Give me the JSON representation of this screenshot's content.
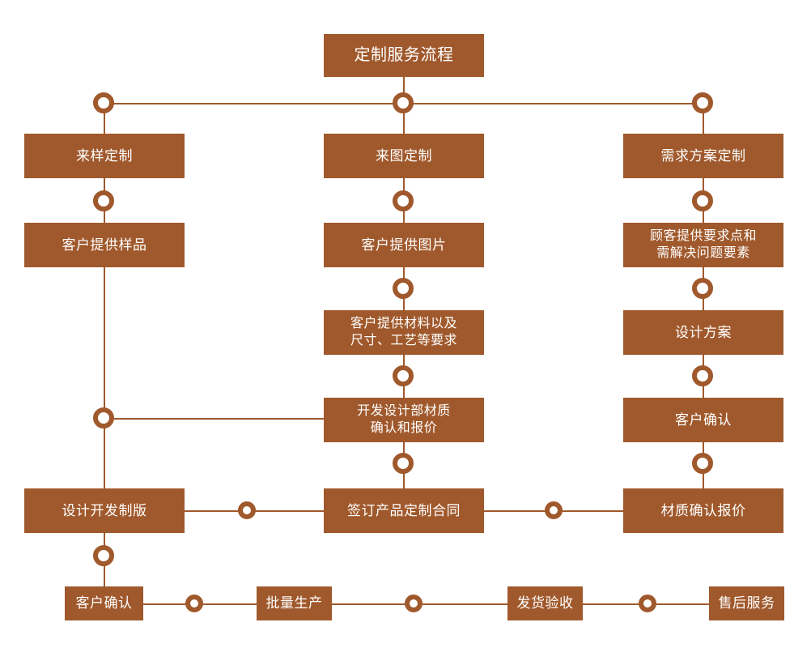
{
  "diagram": {
    "title": "定制服务流程",
    "accent_color": "#a0592c",
    "text_color": "#ffffff",
    "background_color": "#ffffff"
  },
  "nodes": {
    "title": "定制服务流程",
    "branch_sample": "来样定制",
    "branch_drawing": "来图定制",
    "branch_requirement": "需求方案定制",
    "sample_provide": "客户提供样品",
    "drawing_provide": "客户提供图片",
    "requirement_points": "顾客提供要求点和\n需解决问题要素",
    "drawing_materials": "客户提供材料以及\n尺寸、工艺等要求",
    "design_plan": "设计方案",
    "dev_material_quote": "开发设计部材质\n确认和报价",
    "customer_confirm_right": "客户确认",
    "design_development": "设计开发制版",
    "sign_contract": "签订产品定制合同",
    "material_quote": "材质确认报价",
    "customer_confirm_bottom": "客户确认",
    "mass_production": "批量生产",
    "delivery_acceptance": "发货验收",
    "after_sales": "售后服务"
  },
  "connectors": {
    "node_marker": "ring-connector-node"
  }
}
